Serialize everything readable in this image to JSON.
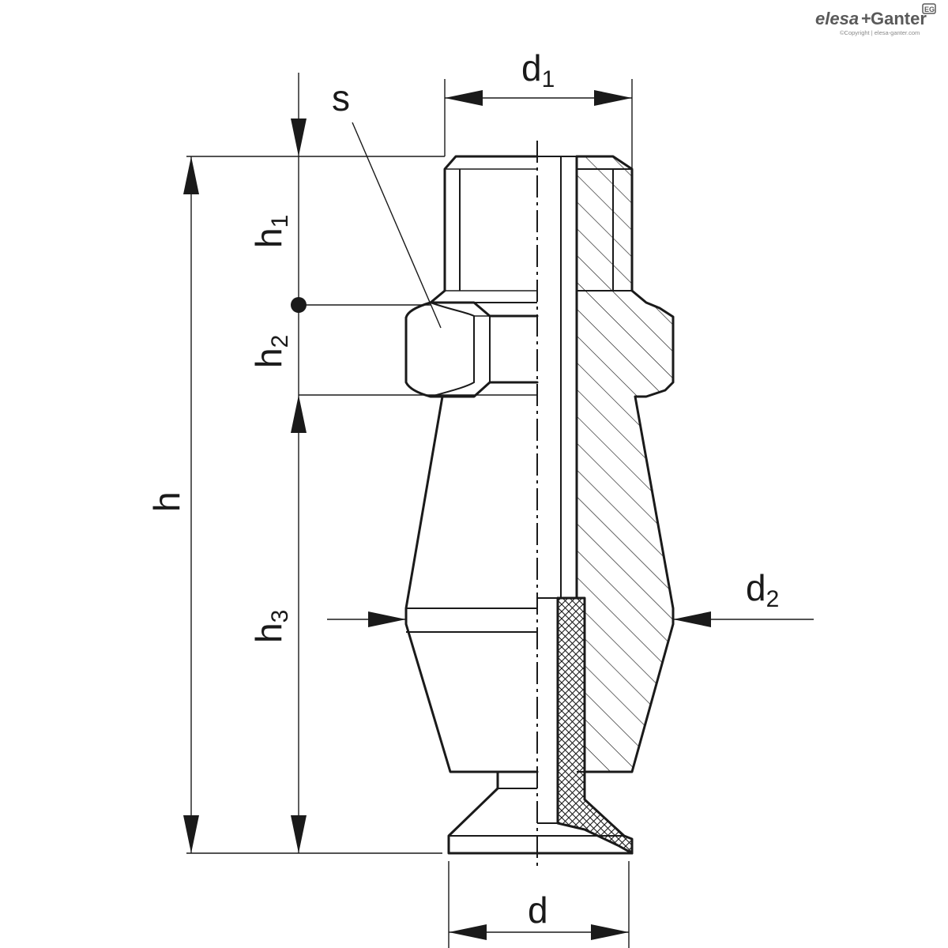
{
  "logo": {
    "brand_left": "elesa",
    "brand_plus": "+",
    "brand_right": "Ganter",
    "badge": "EG",
    "copyright": "©Copyright | elesa-ganter.com",
    "color": "#5a5a5a"
  },
  "dimensions": {
    "d1": {
      "main": "d",
      "sub": "1"
    },
    "s": {
      "main": "s"
    },
    "h1": {
      "main": "h",
      "sub": "1"
    },
    "h2": {
      "main": "h",
      "sub": "2"
    },
    "h3": {
      "main": "h",
      "sub": "3"
    },
    "h": {
      "main": "h"
    },
    "d2": {
      "main": "d",
      "sub": "2"
    },
    "d": {
      "main": "d"
    }
  },
  "line_color": "#1a1a1a"
}
